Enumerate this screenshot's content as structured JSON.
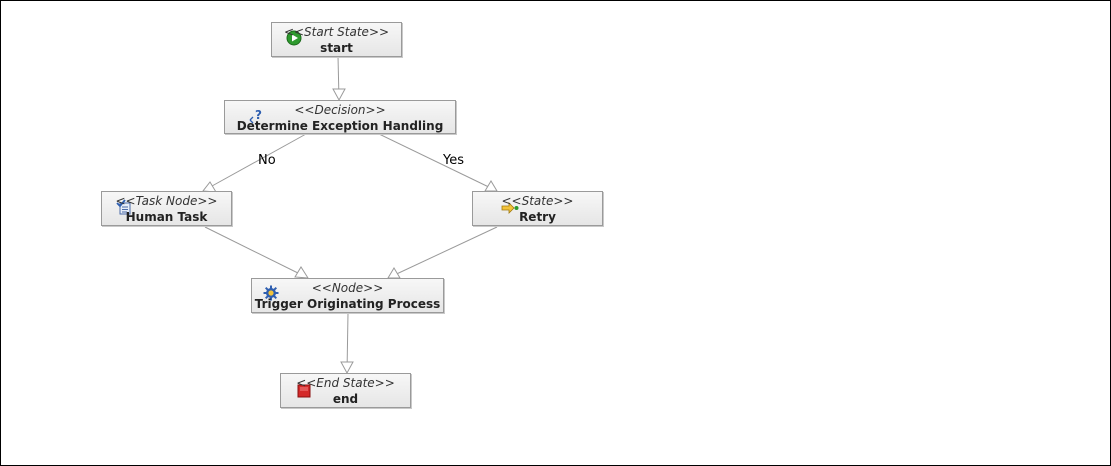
{
  "nodes": {
    "start": {
      "stereotype": "<<Start State>>",
      "title": "start",
      "icon": "play-icon"
    },
    "decision": {
      "stereotype": "<<Decision>>",
      "title": "Determine Exception Handling",
      "icon": "decision-icon"
    },
    "task": {
      "stereotype": "<<Task Node>>",
      "title": "Human Task",
      "icon": "task-icon"
    },
    "retry": {
      "stereotype": "<<State>>",
      "title": "Retry",
      "icon": "state-icon"
    },
    "trigger": {
      "stereotype": "<<Node>>",
      "title": "Trigger Originating Process",
      "icon": "gear-icon"
    },
    "end": {
      "stereotype": "<<End State>>",
      "title": "end",
      "icon": "stop-icon"
    }
  },
  "edges": {
    "no_label": "No",
    "yes_label": "Yes"
  },
  "colors": {
    "line": "#9a9a9a",
    "start_green": "#2e9a2e",
    "end_red": "#d42a2a",
    "gear_blue": "#2f5fb0"
  }
}
